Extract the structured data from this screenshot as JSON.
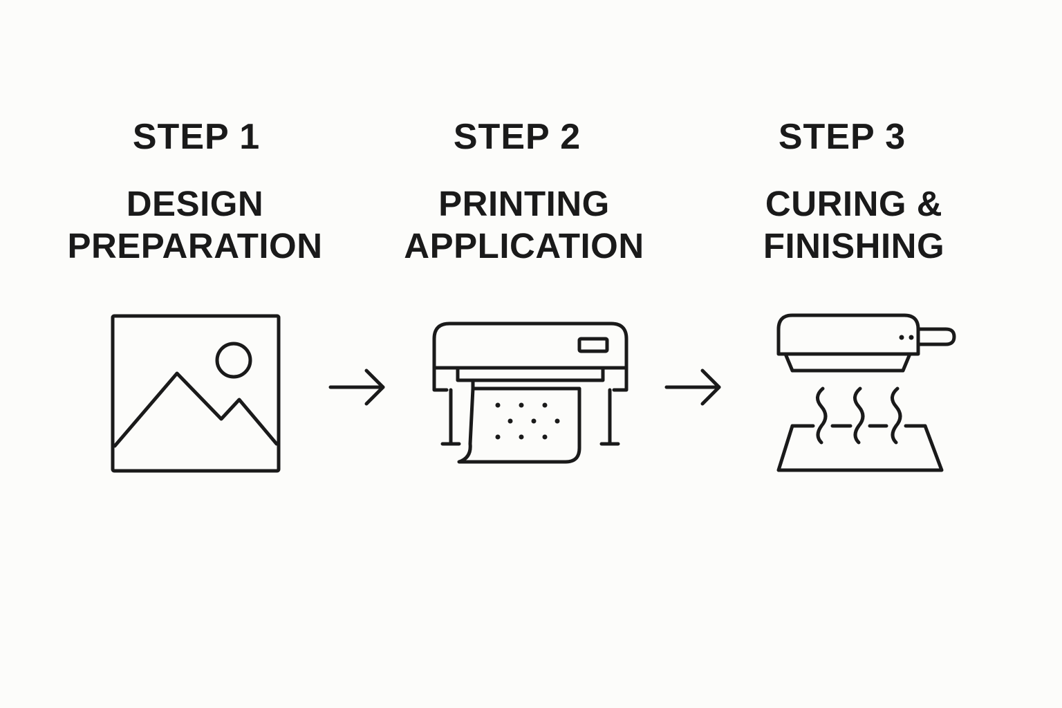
{
  "steps": [
    {
      "label": "STEP 1",
      "title_lines": [
        "DESIGN",
        "PREPARATION"
      ],
      "icon": "image-icon"
    },
    {
      "label": "STEP 2",
      "title_lines": [
        "PRINTING",
        "APPLICATION"
      ],
      "icon": "printer-icon"
    },
    {
      "label": "STEP 3",
      "title_lines": [
        "CURING &",
        "FINISHING"
      ],
      "icon": "heat-press-icon"
    }
  ],
  "connectors": [
    "arrow-right-icon",
    "arrow-right-icon"
  ],
  "colors": {
    "background": "#fcfcfa",
    "ink": "#1a1a1a"
  }
}
